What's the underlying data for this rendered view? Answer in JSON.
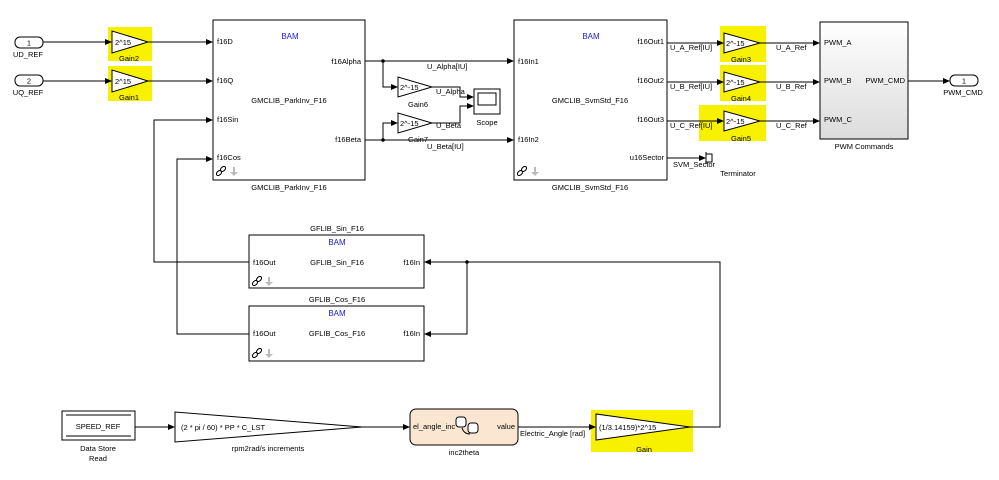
{
  "inports": [
    {
      "number": "1",
      "label": "UD_REF"
    },
    {
      "number": "2",
      "label": "UQ_REF"
    }
  ],
  "outport": {
    "number": "1",
    "label": "PWM_CMD"
  },
  "gains": {
    "gain2": {
      "value": "2^15",
      "label": "Gain2"
    },
    "gain1": {
      "value": "2^15",
      "label": "Gain1"
    },
    "gain6": {
      "value": "2^-15",
      "label": "Gain6"
    },
    "gain7": {
      "value": "2^-15",
      "label": "Gain7"
    },
    "gain3": {
      "value": "2^-15",
      "label": "Gain3"
    },
    "gain4": {
      "value": "2^-15",
      "label": "Gain4"
    },
    "gain5": {
      "value": "2^-15",
      "label": "Gain5"
    },
    "gain": {
      "value": "(1/3.14159)*2^15",
      "label": "Gain"
    },
    "rpm2rad": {
      "value": "(2 * pi / 60) * PP * C_LST",
      "label": "rpm2rad/s increments"
    }
  },
  "bam": "BAM",
  "park": {
    "name": "GMCLIB_ParkInv_F16",
    "in": [
      "f16D",
      "f16Q",
      "f16Sin",
      "f16Cos"
    ],
    "out": [
      "f16Alpha",
      "f16Beta"
    ]
  },
  "svm": {
    "name": "GMCLIB_SvmStd_F16",
    "in": [
      "f16In1",
      "f16In2"
    ],
    "out": [
      "f16Out1",
      "f16Out2",
      "f16Out3",
      "u16Sector"
    ]
  },
  "sin": {
    "name": "GFLIB_Sin_F16",
    "in": "f16In",
    "out": "f16Out"
  },
  "cos": {
    "name": "GFLIB_Cos_F16",
    "in": "f16In",
    "out": "f16Out"
  },
  "pwm": {
    "name": "PWM Commands",
    "in": [
      "PWM_A",
      "PWM_B",
      "PWM_C"
    ],
    "out": "PWM_CMD"
  },
  "scope": "Scope",
  "terminator": "Terminator",
  "datastore": {
    "var": "SPEED_REF",
    "label1": "Data Store",
    "label2": "Read"
  },
  "inc2theta": {
    "name": "inc2theta",
    "in": "el_angle_inc",
    "out": "value"
  },
  "signals": {
    "u_alpha_iu": "U_Alpha[IU]",
    "u_alpha": "U_Alpha",
    "u_beta": "U_Beta",
    "u_beta_iu": "U_Beta[IU]",
    "u_a_ref_iu": "U_A_Ref[IU]",
    "u_b_ref_iu": "U_B_Ref[IU]",
    "u_c_ref_iu": "U_C_Ref[IU]",
    "u_a_ref": "U_A_Ref",
    "u_b_ref": "U_B_Ref",
    "u_c_ref": "U_C_Ref",
    "svm_sector": "SVM_Sector",
    "electric_angle": "Electric_Angle [rad]"
  },
  "colors": {
    "highlight": "#f7f100",
    "bam": "#1a1adb",
    "chart_fill": "#fbe6d2",
    "pwm_fill": "#eeeeee"
  }
}
